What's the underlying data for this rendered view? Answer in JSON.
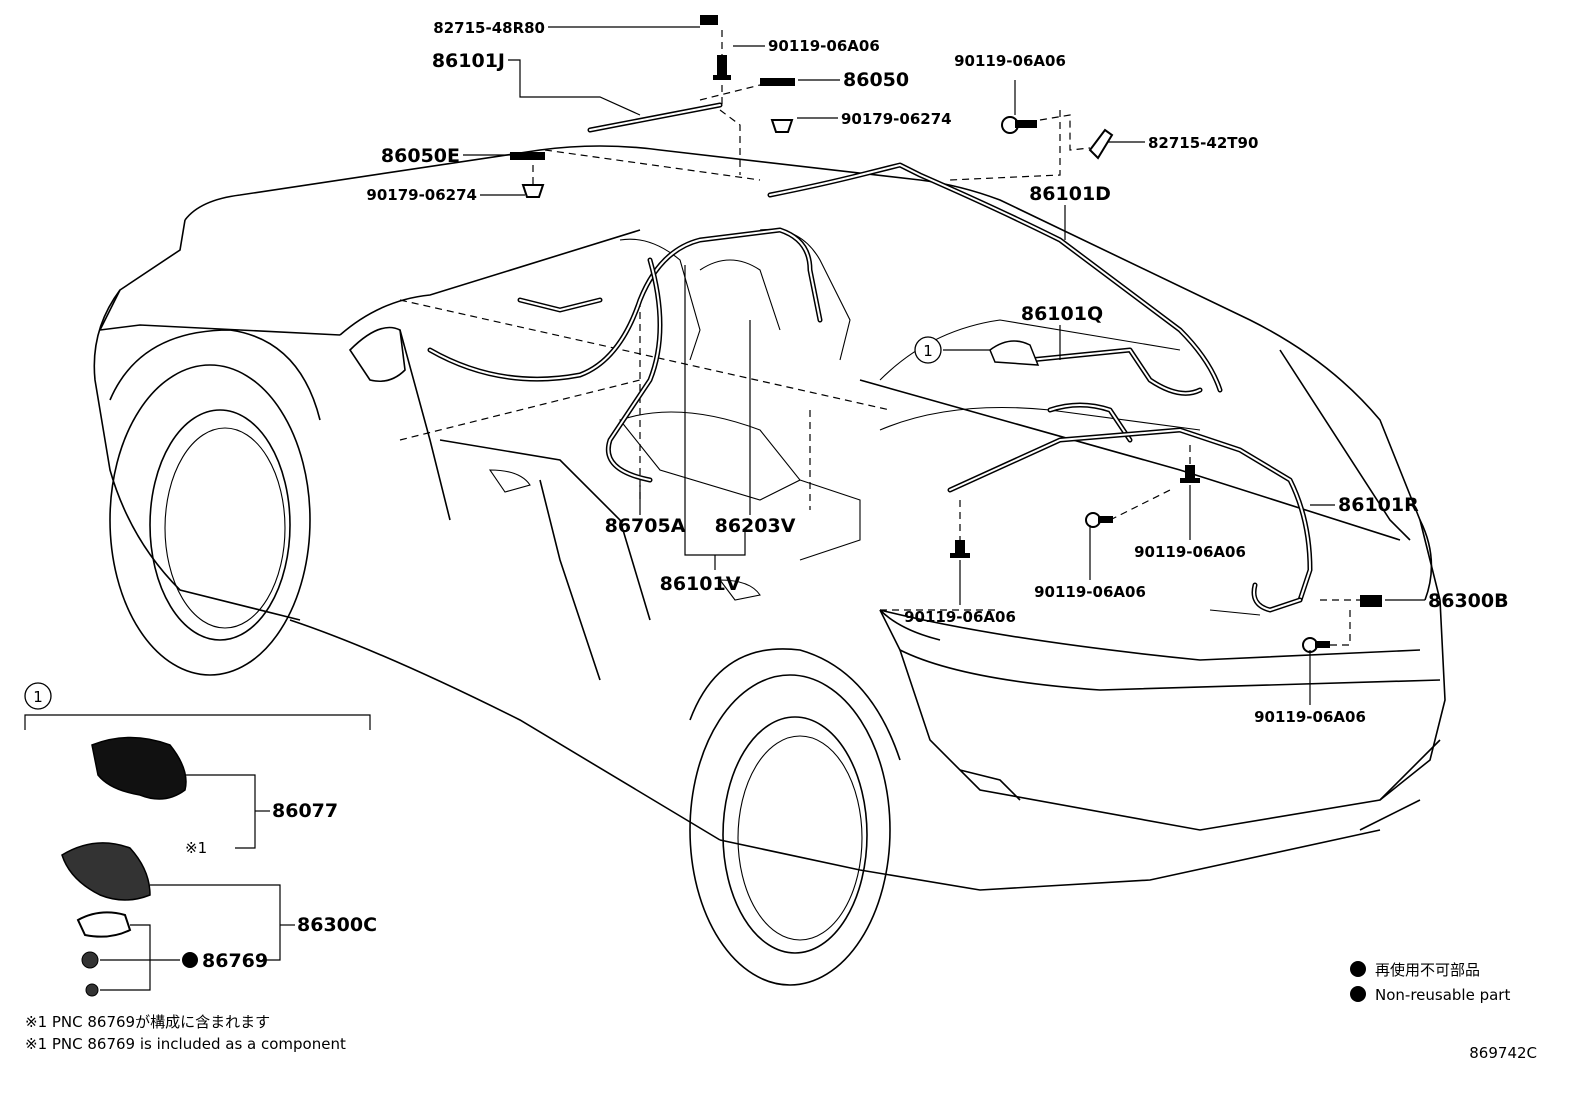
{
  "parts": {
    "p82715_48R80": "82715-48R80",
    "p86101J": "86101J",
    "p90119_top": "90119-06A06",
    "p86050": "86050",
    "p90179_top": "90179-06274",
    "p86050E": "86050E",
    "p90179_left": "90179-06274",
    "p90119_roof": "90119-06A06",
    "p82715_42T90": "82715-42T90",
    "p86101D": "86101D",
    "p86101Q": "86101Q",
    "p86101R": "86101R",
    "p90119_mid": "90119-06A06",
    "p90119_mid2": "90119-06A06",
    "p90119_left": "90119-06A06",
    "p86300B": "86300B",
    "p90119_bottom": "90119-06A06",
    "p86705A": "86705A",
    "p86203V": "86203V",
    "p86101V": "86101V",
    "p86077": "86077",
    "p86300C": "86300C",
    "p86769": "86769"
  },
  "callout_number": "1",
  "inset_callout_number": "1",
  "note_mark": "※1",
  "legend": {
    "symbol": "●",
    "jp": "再使用不可部品",
    "en": "Non-reusable part"
  },
  "footnotes": {
    "jp": "※1 PNC 86769が構成に含まれます",
    "en": "※1 PNC 86769 is included as a component"
  },
  "diagram_id": "869742C"
}
